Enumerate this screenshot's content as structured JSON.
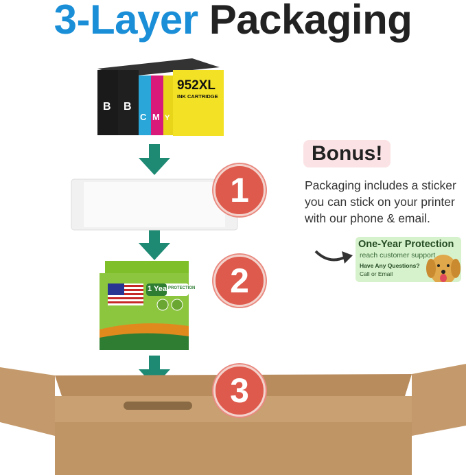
{
  "title": {
    "part1": "3-Layer",
    "part2": "Packaging"
  },
  "colors": {
    "title_blue": "#1a8fd8",
    "arrow": "#1e8a74",
    "step_circle": "#de5a4c",
    "bonus_bg": "#fbe3e5",
    "sticker_bg": "#d6f2cc"
  },
  "cartridges": {
    "model": "952XL",
    "subtitle": "INK CARTRIDGE",
    "letters": [
      "B",
      "B",
      "C",
      "M",
      "Y"
    ]
  },
  "steps": [
    "1",
    "2",
    "3"
  ],
  "package": {
    "badge_year": "1 Year",
    "badge_protection": "PROTECTION"
  },
  "bonus": {
    "heading": "Bonus!",
    "description": "Packaging includes a sticker you can stick on your printer with our phone & email."
  },
  "sticker": {
    "title": "One-Year Protection",
    "subtitle": "reach customer support",
    "question": "Have Any Questions?",
    "cta": "Call or Email"
  }
}
